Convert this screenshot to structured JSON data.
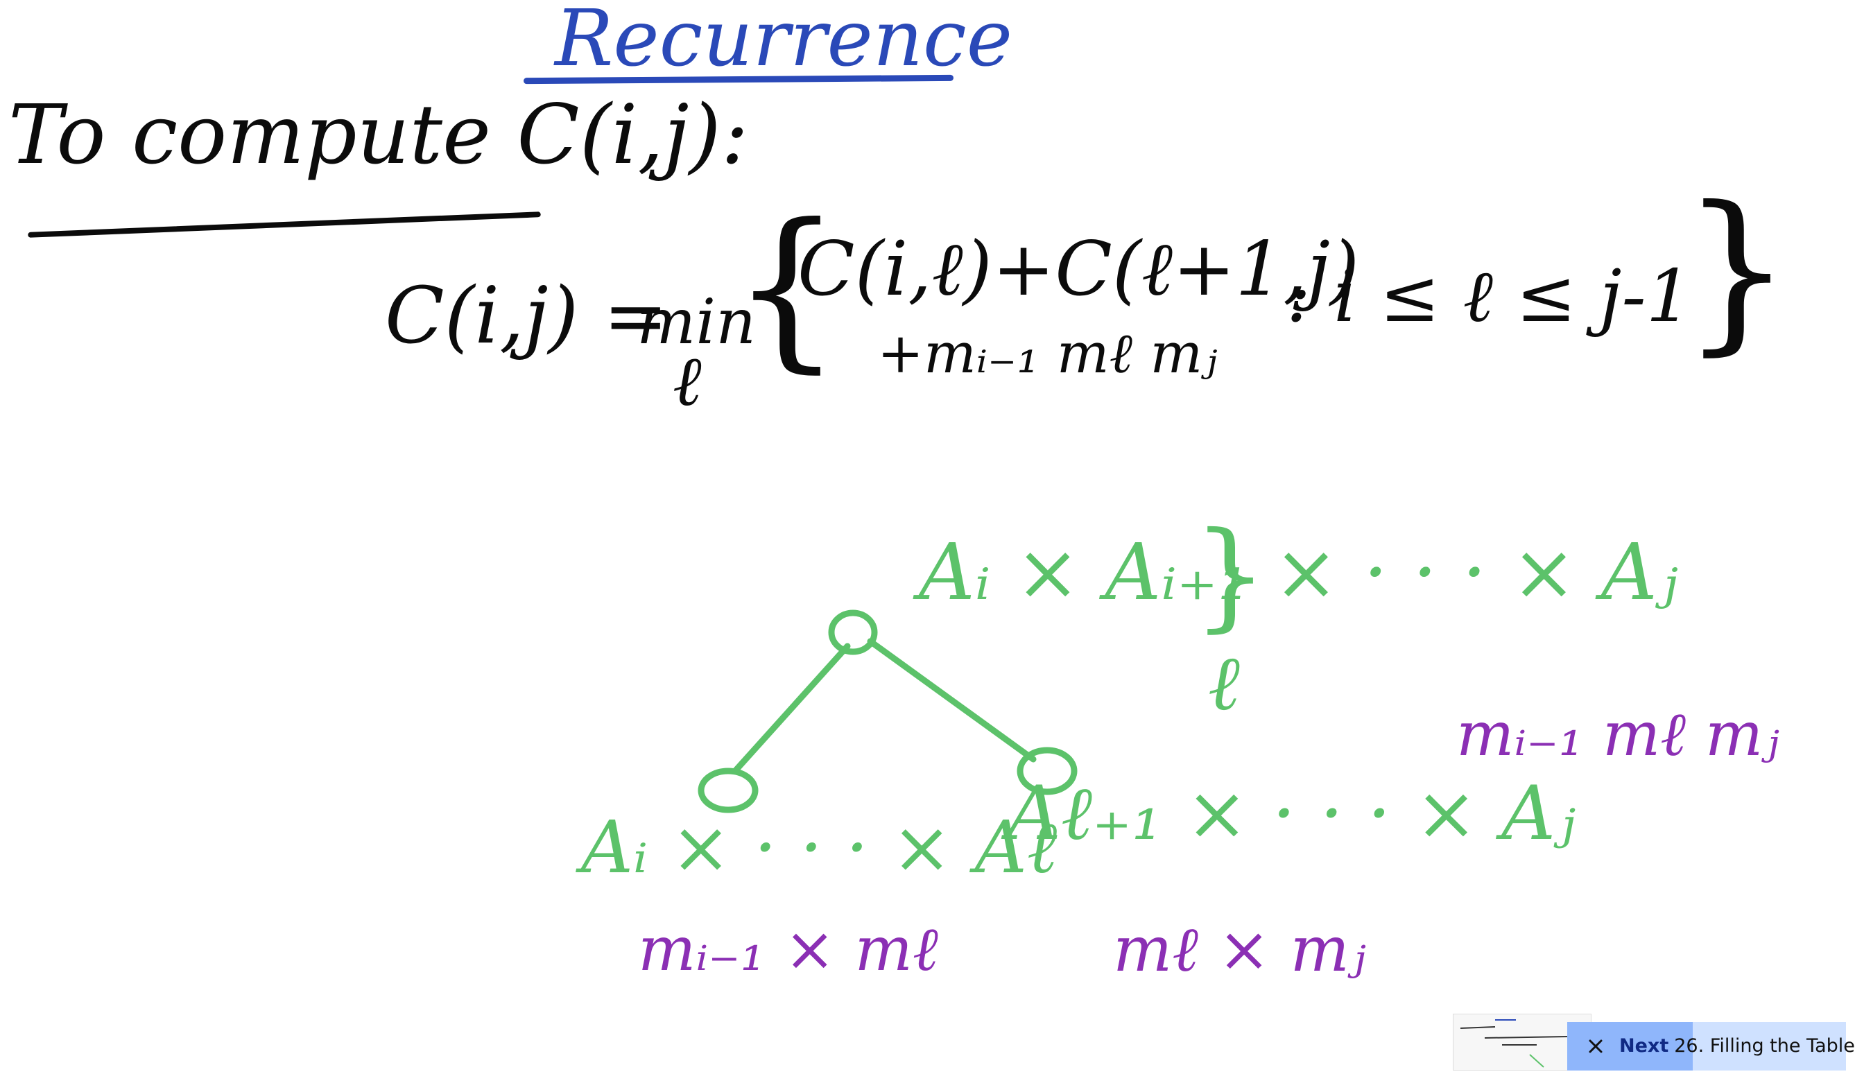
{
  "slide": {
    "title": "Recurrence",
    "intro": "To compute C(i,j):",
    "recurrence": {
      "lhs": "C(i,j) =",
      "operator": "min",
      "operator_subscript": "ℓ",
      "brace_open": "{",
      "sum_term": "C(i,ℓ)+C(ℓ+1,j)",
      "cost_term": "+mᵢ₋₁ mℓ mⱼ",
      "condition": ": i ≤ ℓ ≤ j-1",
      "brace_close": "}"
    },
    "tree": {
      "root_chain": "Aᵢ × Aᵢ₊₁ × · · · × Aⱼ",
      "split_mark": "}",
      "split_label": "ℓ",
      "left_chain": "Aᵢ × · · · × Aℓ",
      "right_chain": "Aℓ₊₁ × · · · × Aⱼ",
      "left_dims": "mᵢ₋₁ × mℓ",
      "right_dims": "mℓ × mⱼ",
      "multiplication_cost": "mᵢ₋₁ mℓ mⱼ"
    },
    "colors": {
      "title_ink": "#2a49b8",
      "formula_ink": "#0b0b0b",
      "tree_ink": "#5cc26a",
      "dimension_ink": "#8b2fb4"
    }
  },
  "next_up": {
    "close_icon": "close-icon",
    "label": "Next",
    "lesson": "26. Filling the Table",
    "progress_fraction": 0.45,
    "colors": {
      "panel": "#cfe1ff",
      "progress": "#8fb6fb",
      "label": "#102a84"
    }
  }
}
